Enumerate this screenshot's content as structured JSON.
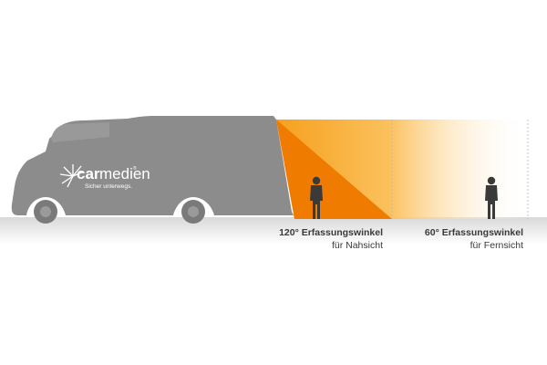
{
  "brand": {
    "logo_prefix": "car",
    "logo_suffix": "medien",
    "trademark": "®",
    "tagline": "Sicher unterwegs."
  },
  "captions": {
    "near": {
      "title": "120° Erfassungswinkel",
      "subtitle": "für Nahsicht"
    },
    "far": {
      "title": "60° Erfassungswinkel",
      "subtitle": "für Fernsicht"
    }
  },
  "colors": {
    "vehicle": "#8c8c8c",
    "wedge_orange": "#f07f00",
    "gradient_start": "#f5a623",
    "gradient_end": "#ffffff",
    "ground_shadow": "#e6e6e6",
    "person": "#3d3d3d",
    "divider": "#b3b3b3"
  }
}
